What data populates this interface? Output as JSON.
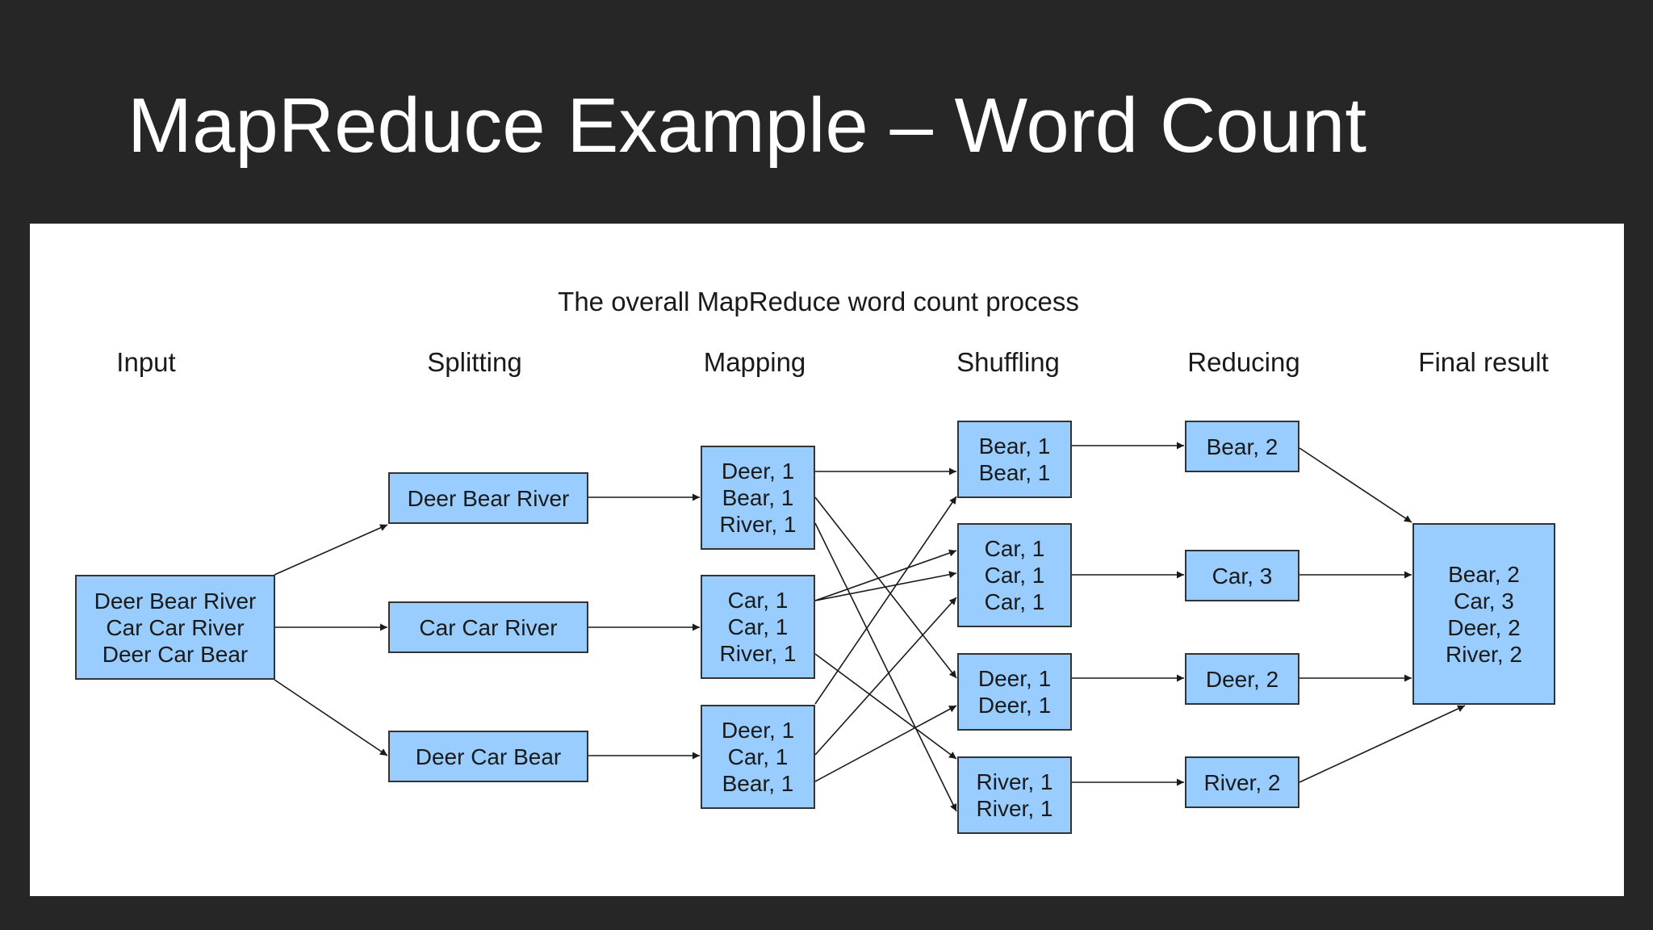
{
  "slide": {
    "title": "MapReduce Example – Word Count"
  },
  "diagram": {
    "title": "The overall MapReduce word count process",
    "stages": [
      "Input",
      "Splitting",
      "Mapping",
      "Shuffling",
      "Reducing",
      "Final result"
    ],
    "input": [
      "Deer Bear River",
      "Car Car River",
      "Deer Car Bear"
    ],
    "splitting": [
      "Deer Bear River",
      "Car Car River",
      "Deer Car Bear"
    ],
    "mapping": [
      [
        "Deer, 1",
        "Bear, 1",
        "River, 1"
      ],
      [
        "Car, 1",
        "Car, 1",
        "River, 1"
      ],
      [
        "Deer, 1",
        "Car, 1",
        "Bear, 1"
      ]
    ],
    "shuffling": [
      [
        "Bear, 1",
        "Bear, 1"
      ],
      [
        "Car, 1",
        "Car, 1",
        "Car, 1"
      ],
      [
        "Deer, 1",
        "Deer, 1"
      ],
      [
        "River, 1",
        "River, 1"
      ]
    ],
    "reducing": [
      "Bear, 2",
      "Car, 3",
      "Deer, 2",
      "River, 2"
    ],
    "final": [
      "Bear, 2",
      "Car, 3",
      "Deer, 2",
      "River, 2"
    ],
    "colors": {
      "box_fill": "#99ccff",
      "box_border": "#333333",
      "arrow": "#1a1a1a"
    }
  }
}
